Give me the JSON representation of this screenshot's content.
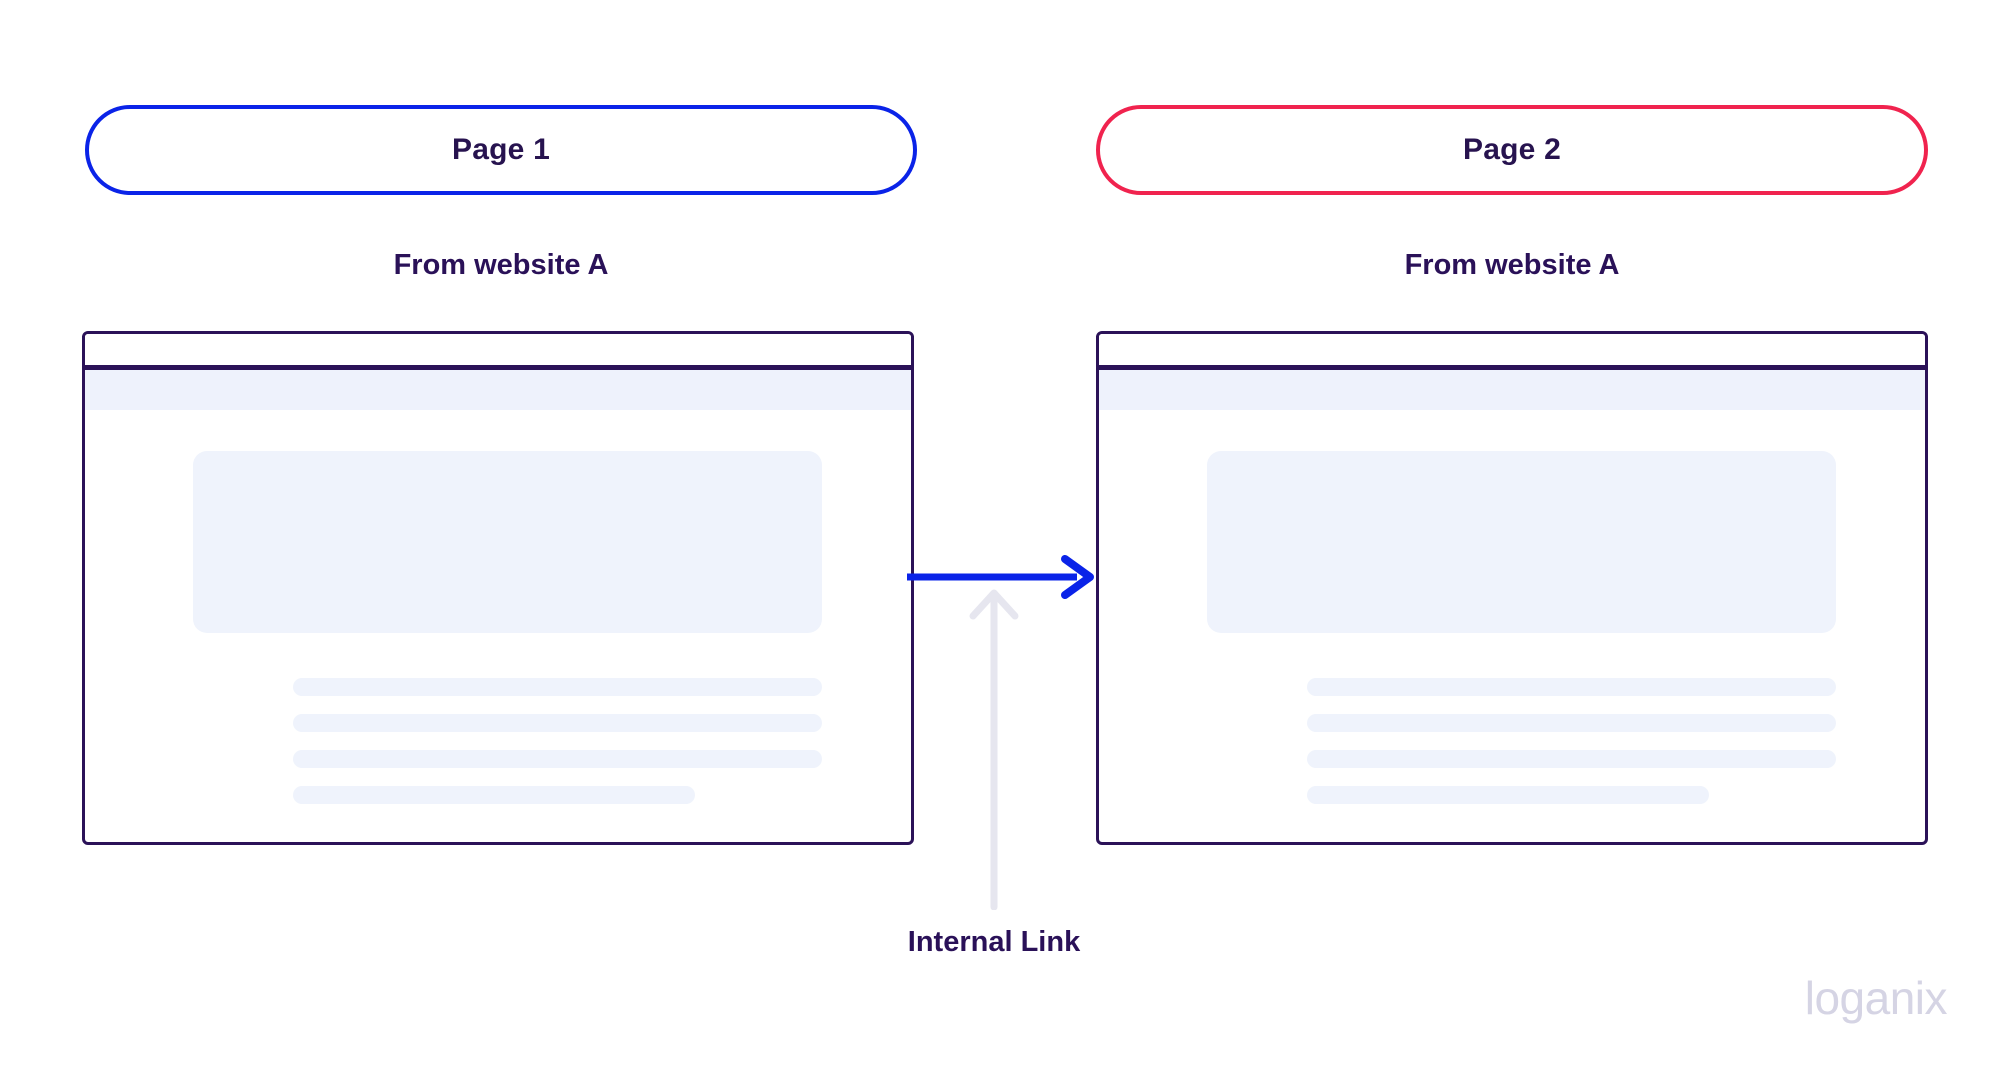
{
  "diagram": {
    "title": "Internal Link",
    "nodes": [
      {
        "id": "page-1",
        "pill_label": "Page 1",
        "pill_border_color": "#0a23e8",
        "source_caption": "From website A"
      },
      {
        "id": "page-2",
        "pill_label": "Page 2",
        "pill_border_color": "#f0234e",
        "source_caption": "From website A"
      }
    ],
    "connector": {
      "label": "Internal Link",
      "arrow_color": "#0a23e8",
      "pointer_color": "#e6e6ef",
      "direction": "page-1 to page-2",
      "arrow_icon": "arrow-right-icon",
      "pointer_icon": "arrow-up-icon"
    },
    "mockup": {
      "frame_color": "#2b1258",
      "placeholder_color": "#eff3fc",
      "toolbar_color": "#eef2fc",
      "text_line_count": 4
    }
  },
  "branding": {
    "logo_text": "loganix",
    "logo_color": "#d5d4e4"
  }
}
